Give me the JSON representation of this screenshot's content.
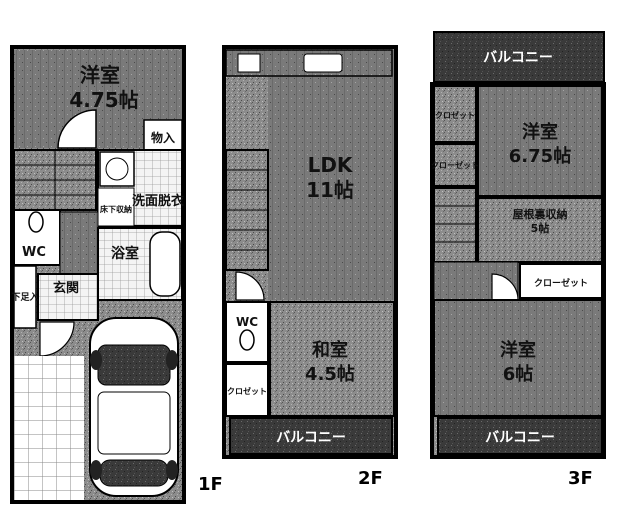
{
  "floors": {
    "f1": {
      "floor_label": "1F",
      "bedroom_name": "洋室",
      "bedroom_size": "4.75帖",
      "storage": "物入",
      "underfloor_storage": "床下収納",
      "washroom": "洗面脱衣",
      "wc": "WC",
      "bath": "浴室",
      "entrance": "玄関",
      "shoe_cabinet": "下足入"
    },
    "f2": {
      "floor_label": "2F",
      "ldk_name": "LDK",
      "ldk_size": "11帖",
      "wc": "WC",
      "washitsu_name": "和室",
      "washitsu_size": "4.5帖",
      "closet": "クロゼット",
      "balcony": "バルコニー"
    },
    "f3": {
      "floor_label": "3F",
      "balcony_top": "バルコニー",
      "closet_a": "クロゼット",
      "closet_b": "クローゼット",
      "bedroom1_name": "洋室",
      "bedroom1_size": "6.75帖",
      "attic_name": "屋根裏収納",
      "attic_size": "5帖",
      "closet_c": "クローゼット",
      "bedroom2_name": "洋室",
      "bedroom2_size": "6帖",
      "balcony_bottom": "バルコニー"
    }
  }
}
